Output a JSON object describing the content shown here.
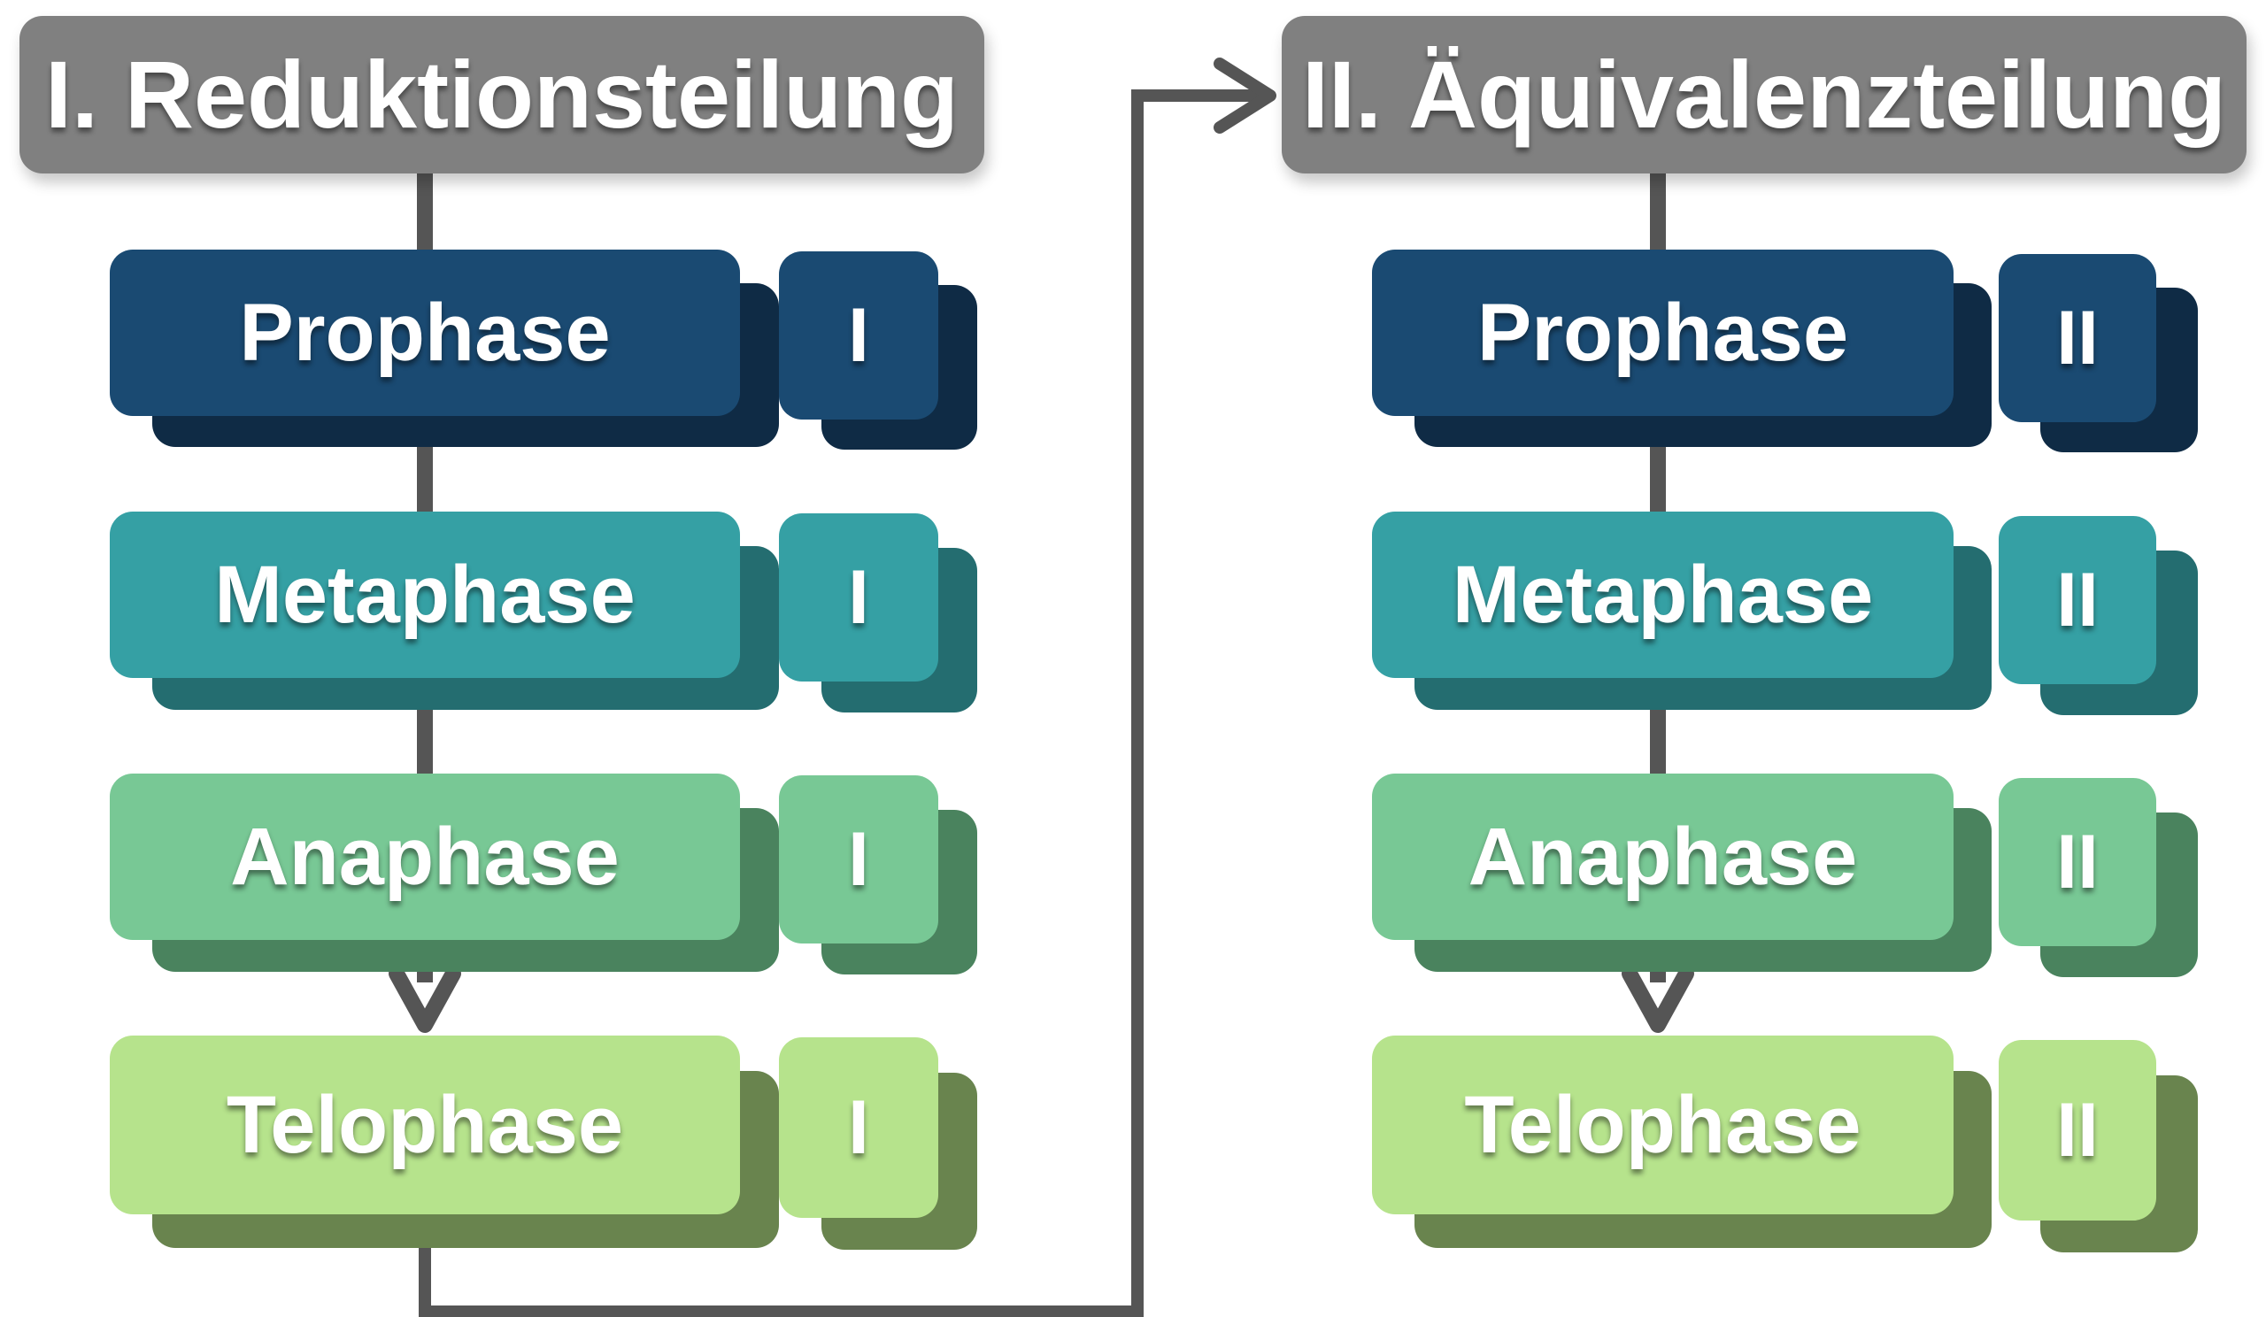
{
  "columns": [
    {
      "title": "I. Reduktionsteilung",
      "roman": "I",
      "phases": [
        {
          "name": "Prophase"
        },
        {
          "name": "Metaphase"
        },
        {
          "name": "Anaphase"
        },
        {
          "name": "Telophase"
        }
      ]
    },
    {
      "title": "II. Äquivalenzteilung",
      "roman": "II",
      "phases": [
        {
          "name": "Prophase"
        },
        {
          "name": "Metaphase"
        },
        {
          "name": "Anaphase"
        },
        {
          "name": "Telophase"
        }
      ]
    }
  ],
  "colors": {
    "header": "#808080",
    "connector": "#555555",
    "prophase": {
      "front": "#1a4a72",
      "back": "#0f2b45"
    },
    "metaphase": {
      "front": "#35a0a4",
      "back": "#246d70"
    },
    "anaphase": {
      "front": "#78c895",
      "back": "#4a835e"
    },
    "telophase": {
      "front": "#b6e38c",
      "back": "#69844e"
    }
  }
}
